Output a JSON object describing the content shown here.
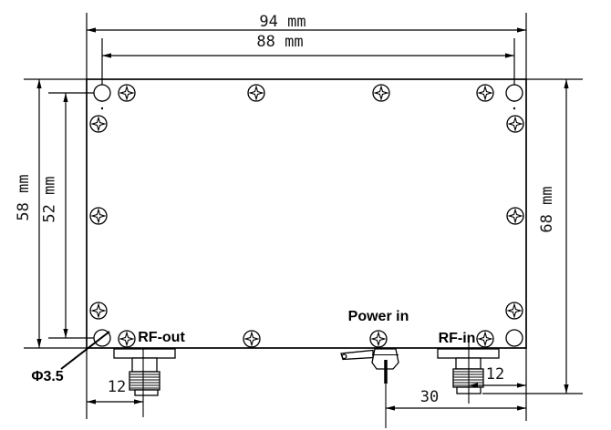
{
  "drawing": {
    "colors": {
      "line": "#000000",
      "background": "#ffffff"
    },
    "dimensions": {
      "top_outer_width": "94 mm",
      "top_hole_span": "88 mm",
      "left_outer_height": "58 mm",
      "left_hole_span": "52 mm",
      "right_overall_height": "68 mm",
      "rf_out_offset": "12",
      "rf_in_offset": "12",
      "power_in_offset": "30",
      "mount_hole_diameter": "Φ3.5"
    },
    "labels": {
      "rf_out": "RF-out",
      "power_in": "Power in",
      "rf_in": "RF-in"
    }
  }
}
